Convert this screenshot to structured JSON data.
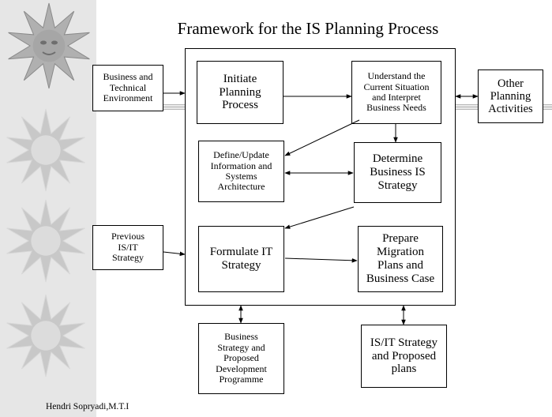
{
  "slide": {
    "title": "Framework for the IS Planning Process",
    "footer": "Hendri Sopryadi,M.T.I"
  },
  "nodes": {
    "business_env": "Business and\nTechnical\nEnvironment",
    "initiate": "Initiate\nPlanning\nProcess",
    "understand": "Understand the\nCurrent Situation\nand Interpret\nBusiness Needs",
    "other": "Other\nPlanning\nActivities",
    "define": "Define/Update\nInformation and\nSystems\nArchitecture",
    "determine": "Determine\nBusiness IS\nStrategy",
    "previous": "Previous\nIS/IT\nStrategy",
    "formulate": "Formulate IT\nStrategy",
    "prepare": "Prepare\nMigration\nPlans and\nBusiness Case",
    "business_strategy": "Business\nStrategy and\nProposed\nDevelopment\nProgramme",
    "isit_strategy": "IS/IT Strategy\nand Proposed\nplans"
  },
  "colors": {
    "sidebar": "#e6e6e6",
    "sun_fill": "#c8c8c8",
    "line": "#000000"
  },
  "decor": {
    "sun_icons": [
      "sun-face-icon",
      "sun-outline-icon",
      "sun-outline-icon",
      "sun-outline-icon"
    ]
  }
}
